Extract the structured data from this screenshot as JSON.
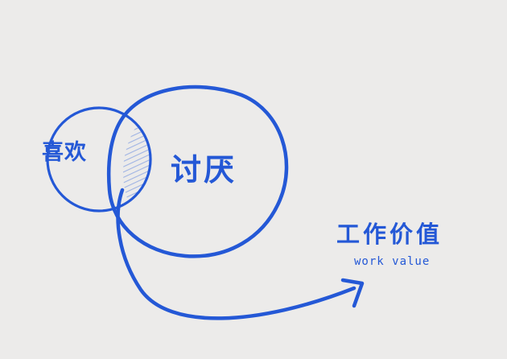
{
  "colors": {
    "ink": "#2458d6",
    "background": "#ecebea",
    "hatch": "#9fb3e3"
  },
  "labels": {
    "like": "喜欢",
    "dislike": "讨厌",
    "work_value_cn": "工作价值",
    "work_value_en": "work value"
  }
}
